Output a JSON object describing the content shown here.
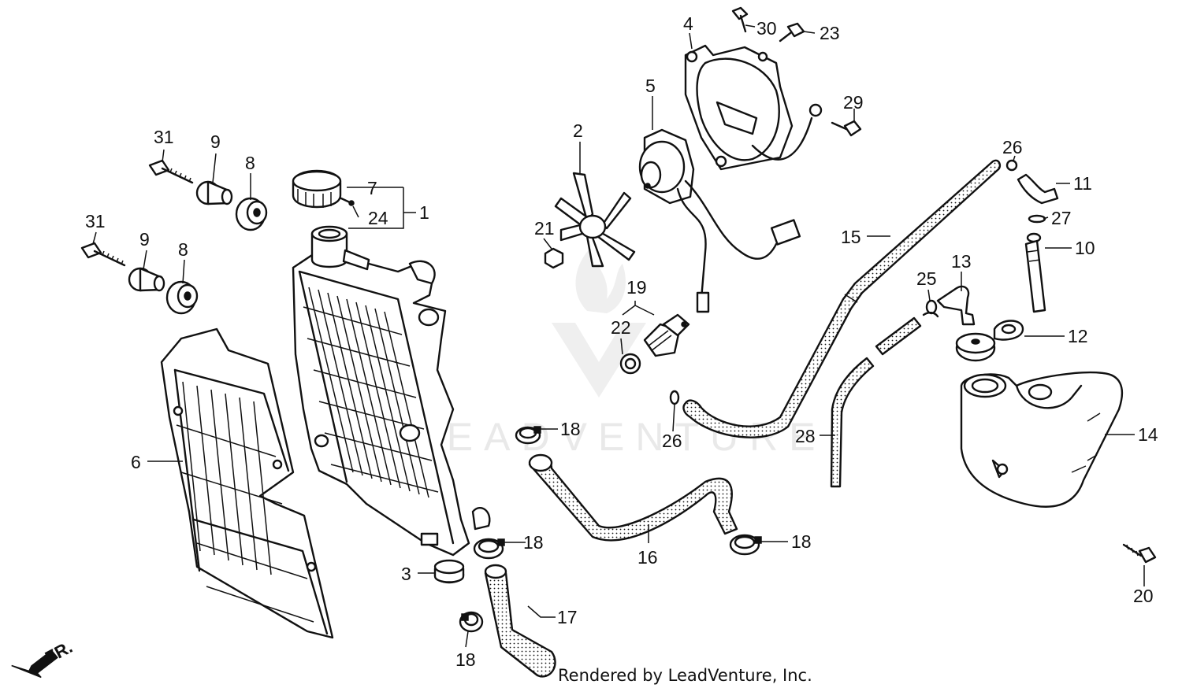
{
  "watermark": {
    "text": "LEADVENTURE"
  },
  "footer": {
    "credit": "Rendered by LeadVenture, Inc."
  },
  "direction_marker": {
    "label": "FR."
  },
  "callouts": [
    {
      "id": "1",
      "label": "1"
    },
    {
      "id": "2",
      "label": "2"
    },
    {
      "id": "3",
      "label": "3"
    },
    {
      "id": "4",
      "label": "4"
    },
    {
      "id": "5",
      "label": "5"
    },
    {
      "id": "6",
      "label": "6"
    },
    {
      "id": "7",
      "label": "7"
    },
    {
      "id": "8a",
      "label": "8"
    },
    {
      "id": "8b",
      "label": "8"
    },
    {
      "id": "9a",
      "label": "9"
    },
    {
      "id": "9b",
      "label": "9"
    },
    {
      "id": "10",
      "label": "10"
    },
    {
      "id": "11",
      "label": "11"
    },
    {
      "id": "12",
      "label": "12"
    },
    {
      "id": "13",
      "label": "13"
    },
    {
      "id": "14",
      "label": "14"
    },
    {
      "id": "15",
      "label": "15"
    },
    {
      "id": "16",
      "label": "16"
    },
    {
      "id": "17",
      "label": "17"
    },
    {
      "id": "18a",
      "label": "18"
    },
    {
      "id": "18b",
      "label": "18"
    },
    {
      "id": "18c",
      "label": "18"
    },
    {
      "id": "18d",
      "label": "18"
    },
    {
      "id": "19",
      "label": "19"
    },
    {
      "id": "20",
      "label": "20"
    },
    {
      "id": "21",
      "label": "21"
    },
    {
      "id": "22",
      "label": "22"
    },
    {
      "id": "23",
      "label": "23"
    },
    {
      "id": "24",
      "label": "24"
    },
    {
      "id": "25",
      "label": "25"
    },
    {
      "id": "26a",
      "label": "26"
    },
    {
      "id": "26b",
      "label": "26"
    },
    {
      "id": "27",
      "label": "27"
    },
    {
      "id": "28",
      "label": "28"
    },
    {
      "id": "29",
      "label": "29"
    },
    {
      "id": "30",
      "label": "30"
    },
    {
      "id": "31a",
      "label": "31"
    },
    {
      "id": "31b",
      "label": "31"
    }
  ],
  "colors": {
    "ink": "#111111",
    "paper": "#ffffff",
    "watermark": "#e9e9e9"
  }
}
